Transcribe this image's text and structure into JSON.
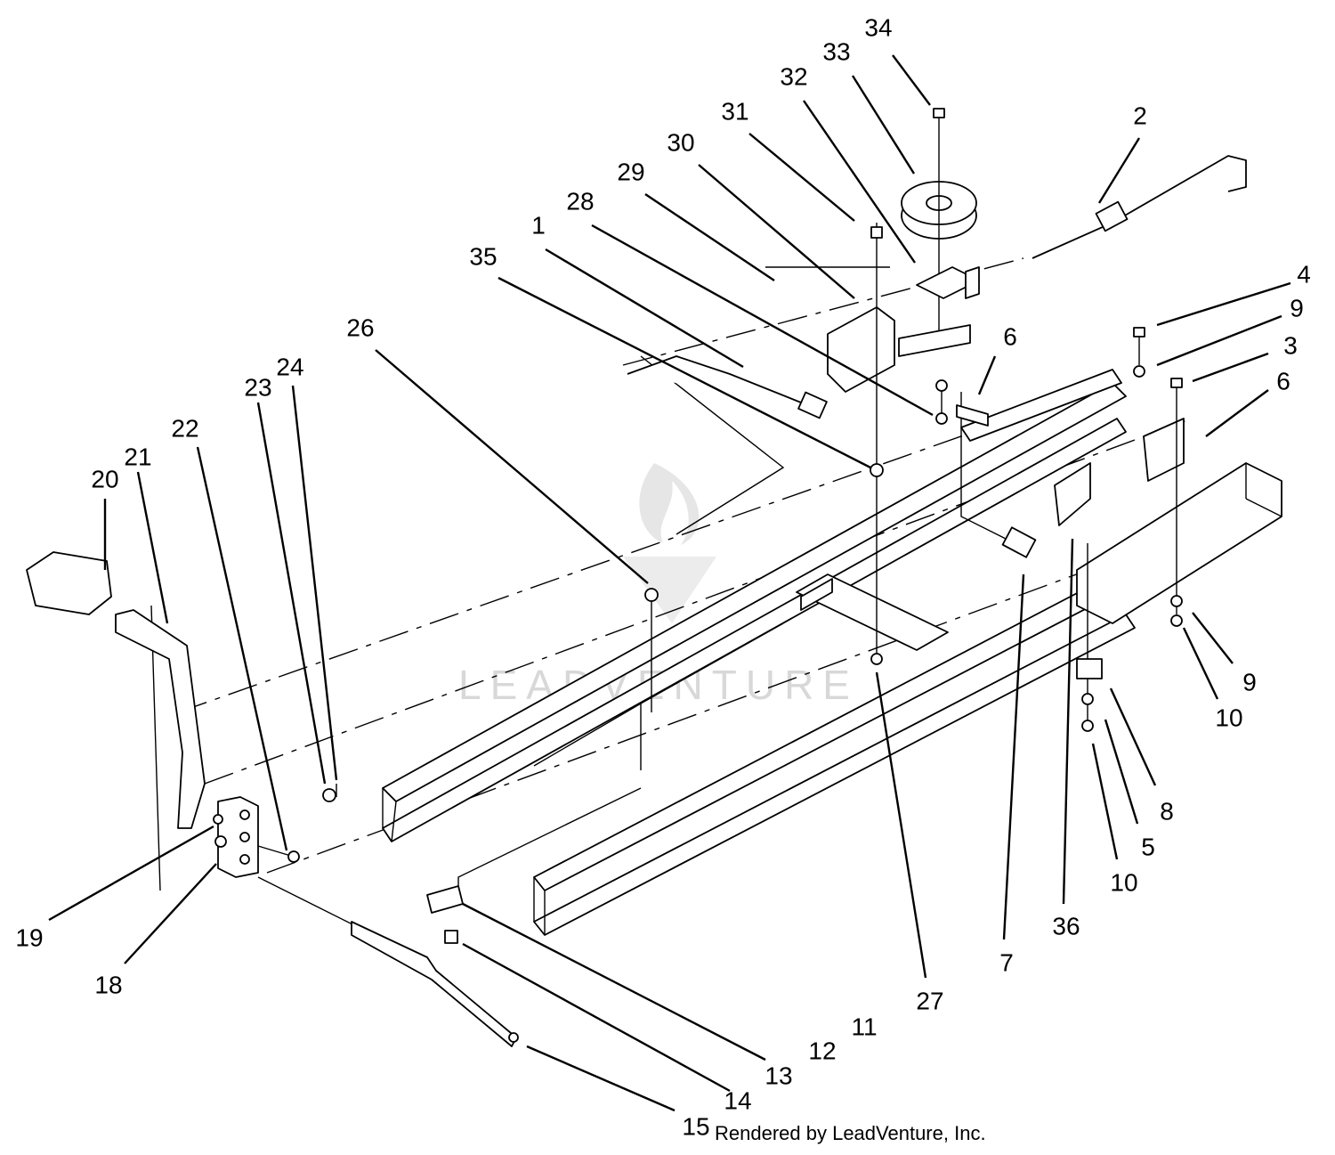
{
  "diagram": {
    "callouts": [
      {
        "id": "34",
        "label": "34"
      },
      {
        "id": "33",
        "label": "33"
      },
      {
        "id": "32",
        "label": "32"
      },
      {
        "id": "31",
        "label": "31"
      },
      {
        "id": "30",
        "label": "30"
      },
      {
        "id": "29",
        "label": "29"
      },
      {
        "id": "28",
        "label": "28"
      },
      {
        "id": "1",
        "label": "1"
      },
      {
        "id": "35",
        "label": "35"
      },
      {
        "id": "2",
        "label": "2"
      },
      {
        "id": "4",
        "label": "4"
      },
      {
        "id": "9a",
        "label": "9"
      },
      {
        "id": "3",
        "label": "3"
      },
      {
        "id": "6a",
        "label": "6"
      },
      {
        "id": "6b",
        "label": "6"
      },
      {
        "id": "26",
        "label": "26"
      },
      {
        "id": "24",
        "label": "24"
      },
      {
        "id": "23",
        "label": "23"
      },
      {
        "id": "22",
        "label": "22"
      },
      {
        "id": "21",
        "label": "21"
      },
      {
        "id": "20",
        "label": "20"
      },
      {
        "id": "19",
        "label": "19"
      },
      {
        "id": "18",
        "label": "18"
      },
      {
        "id": "9b",
        "label": "9"
      },
      {
        "id": "10a",
        "label": "10"
      },
      {
        "id": "8",
        "label": "8"
      },
      {
        "id": "5",
        "label": "5"
      },
      {
        "id": "10b",
        "label": "10"
      },
      {
        "id": "36",
        "label": "36"
      },
      {
        "id": "7",
        "label": "7"
      },
      {
        "id": "27",
        "label": "27"
      },
      {
        "id": "11",
        "label": "11"
      },
      {
        "id": "12",
        "label": "12"
      },
      {
        "id": "13",
        "label": "13"
      },
      {
        "id": "14",
        "label": "14"
      },
      {
        "id": "15",
        "label": "15"
      }
    ]
  },
  "watermark": {
    "text": "LEADVENTURE"
  },
  "credit": "Rendered by LeadVenture, Inc."
}
